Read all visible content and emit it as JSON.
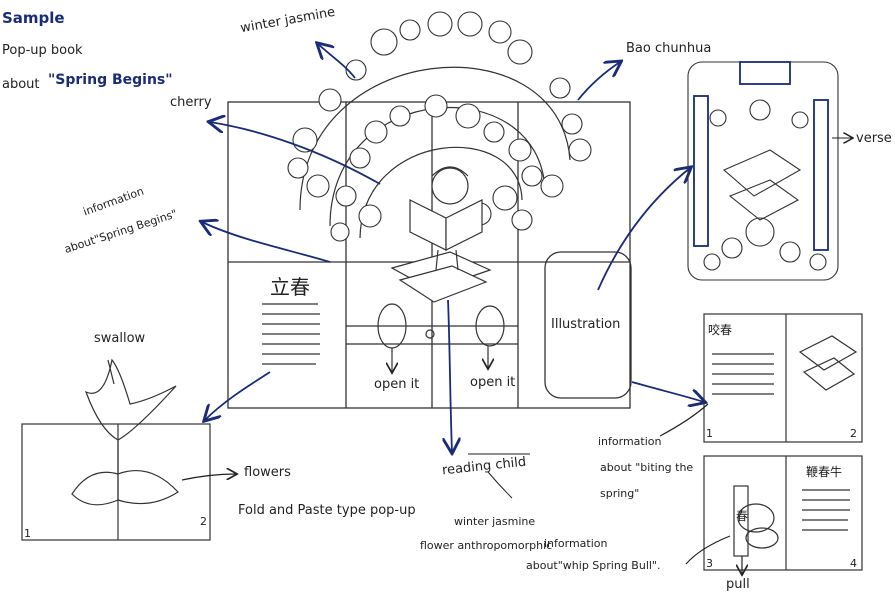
{
  "title": {
    "line1": "Sample",
    "line2": "Pop-up book",
    "line3_prefix": "about",
    "line3_quote": "\"Spring Begins\""
  },
  "labels": {
    "winter_jasmine_top": "winter jasmine",
    "bao_chunhua": "Bao chunhua",
    "cherry": "cherry",
    "verse": "verse",
    "info_spring_begins_1": "information",
    "info_spring_begins_2": "about\"Spring Begins\"",
    "swallow": "swallow",
    "flowers": "flowers",
    "fold_paste": "Fold and Paste type pop-up",
    "open_it_1": "open it",
    "open_it_2": "open it",
    "illustration": "Illustration",
    "reading_child": "reading child",
    "winter_jasmine_flower_1": "winter jasmine",
    "winter_jasmine_flower_2": "flower anthropomorphic",
    "info_biting_1": "information",
    "info_biting_2": "about \"biting the",
    "info_biting_3": "spring\"",
    "info_whip_1": "information",
    "info_whip_2": "about\"whip Spring Bull\".",
    "pull": "pull",
    "chinese_lichun": "立春",
    "chinese_yaochun": "咬春",
    "chinese_bianchunniu": "鞭春牛",
    "chinese_bottom": "春",
    "page1": "1",
    "page2": "2",
    "page3": "3",
    "page4": "4"
  },
  "colors": {
    "ink": "#222222",
    "accent_blue": "#1a2b7a"
  }
}
